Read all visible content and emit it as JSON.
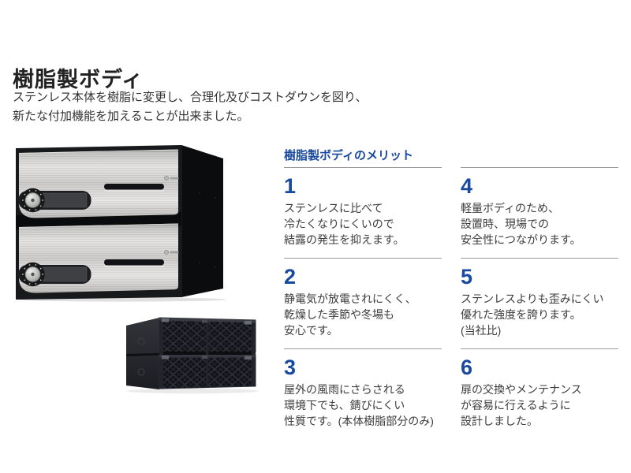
{
  "page": {
    "title": "樹脂製ボディ",
    "intro": {
      "line1": "ステンレス本体を樹脂に変更し、合理化及びコストダウンを図り、",
      "line2": "新たな付加機能を加えることが出来ました。"
    }
  },
  "merits": {
    "heading": "樹脂製ボディのメリット",
    "items": [
      {
        "number": "1",
        "line1": "ステンレスに比べて",
        "line2": "冷たくなりにくいので",
        "line3": "結露の発生を抑えます。"
      },
      {
        "number": "2",
        "line1": "静電気が放電されにくく、",
        "line2": "乾燥した季節や冬場も",
        "line3": "安心です。"
      },
      {
        "number": "3",
        "line1": "屋外の風雨にさらされる",
        "line2": "環境下でも、錆びにくい",
        "line3": "性質です。(本体樹脂部分のみ)"
      },
      {
        "number": "4",
        "line1": "軽量ボディのため、",
        "line2": "設置時、現場での",
        "line3": "安全性につながります。"
      },
      {
        "number": "5",
        "line1": "ステンレスよりも歪みにくい",
        "line2": "優れた強度を誇ります。",
        "line3": "(当社比)"
      },
      {
        "number": "6",
        "line1": "扉の交換やメンテナンス",
        "line2": "が容易に行えるように",
        "line3": "設計しました。"
      }
    ]
  },
  "colors": {
    "accent_blue": "#1a4a9e",
    "title_black": "#222222",
    "body_text": "#3c3c3c",
    "rule_gray": "#97999c",
    "background": "#ffffff"
  }
}
